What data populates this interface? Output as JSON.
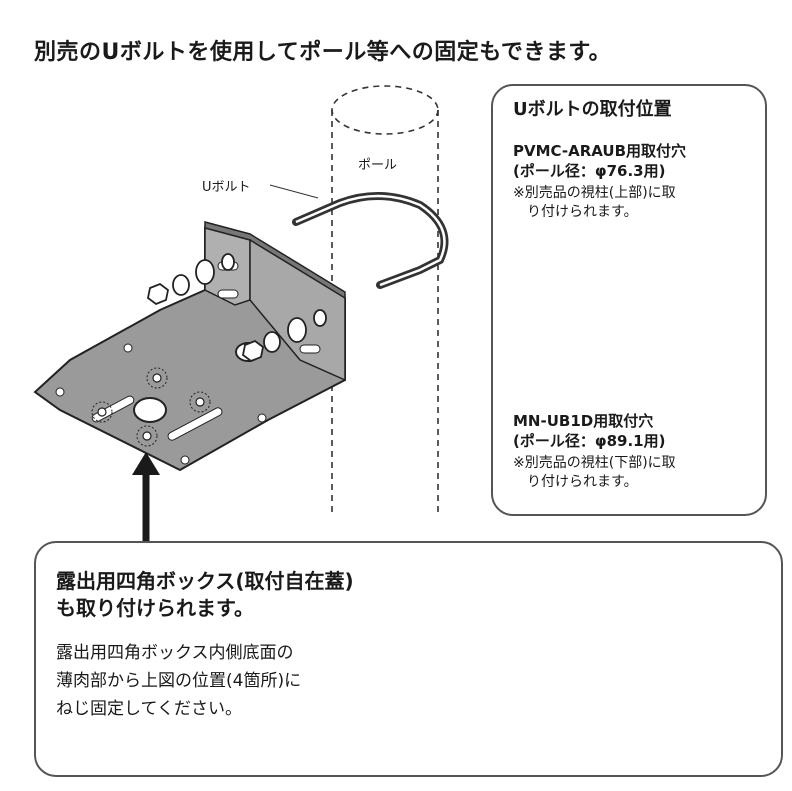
{
  "title": "別売のUボルトを使用してポール等への固定もできます。",
  "labels": {
    "ubolt": "Uボルト",
    "pole": "ポール"
  },
  "position_box": {
    "heading": "Uボルトの取付位置",
    "upper": {
      "line1": "PVMC-ARAUB用取付穴",
      "line2": "(ポール径：φ76.3用)",
      "note1": "※別売品の視柱(上部)に取",
      "note2": "り付けられます。"
    },
    "lower": {
      "line1": "MN-UB1D用取付穴",
      "line2": "(ポール径：φ89.1用)",
      "note1": "※別売品の視柱(下部)に取",
      "note2": "り付けられます。"
    }
  },
  "box_note": {
    "title1": "露出用四角ボックス(取付自在蓋)",
    "title2": "も取り付けられます。",
    "body1": "露出用四角ボックス内側底面の",
    "body2": "薄肉部から上図の位置(4箇所)に",
    "body3": "ねじ固定してください。"
  },
  "colors": {
    "ink": "#1a1a1a",
    "plate": "#9a9a9a",
    "border": "#555555"
  }
}
